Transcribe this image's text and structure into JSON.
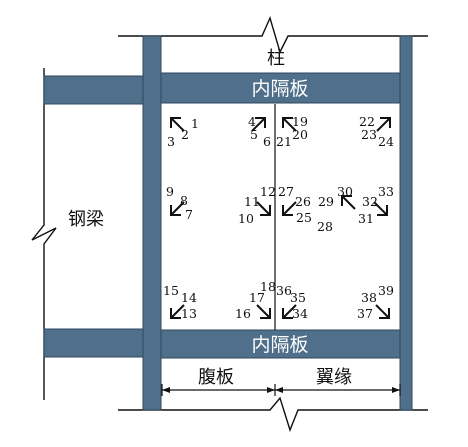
{
  "labels": {
    "column": "柱",
    "inner_plate_top": "内隔板",
    "inner_plate_bottom": "内隔板",
    "steel_beam": "钢梁",
    "web": "腹板",
    "flange": "翼缘"
  },
  "gauges": [
    {
      "n": [
        "1",
        "2",
        "3"
      ],
      "dir": "nw"
    },
    {
      "n": [
        "4",
        "5",
        "6"
      ],
      "dir": "ne"
    },
    {
      "n": [
        "19",
        "20",
        "21"
      ],
      "dir": "nw"
    },
    {
      "n": [
        "22",
        "23",
        "24"
      ],
      "dir": "ne"
    },
    {
      "n": [
        "9",
        "8",
        "7"
      ],
      "dir": "sw"
    },
    {
      "n": [
        "12",
        "11",
        "10"
      ],
      "dir": "se"
    },
    {
      "n": [
        "27",
        "26",
        "25"
      ],
      "dir": "sw"
    },
    {
      "n": [
        "30",
        "29",
        "28"
      ],
      "dir": "nw"
    },
    {
      "n": [
        "33",
        "32",
        "31"
      ],
      "dir": "se"
    },
    {
      "n": [
        "15",
        "14",
        "13"
      ],
      "dir": "sw"
    },
    {
      "n": [
        "18",
        "17",
        "16"
      ],
      "dir": "se"
    },
    {
      "n": [
        "36",
        "35",
        "34"
      ],
      "dir": "sw"
    },
    {
      "n": [
        "39",
        "38",
        "37"
      ],
      "dir": "se"
    }
  ],
  "colors": {
    "steel": "#4f6f8a",
    "steel_edge": "#2f4a60",
    "line": "#111111"
  }
}
